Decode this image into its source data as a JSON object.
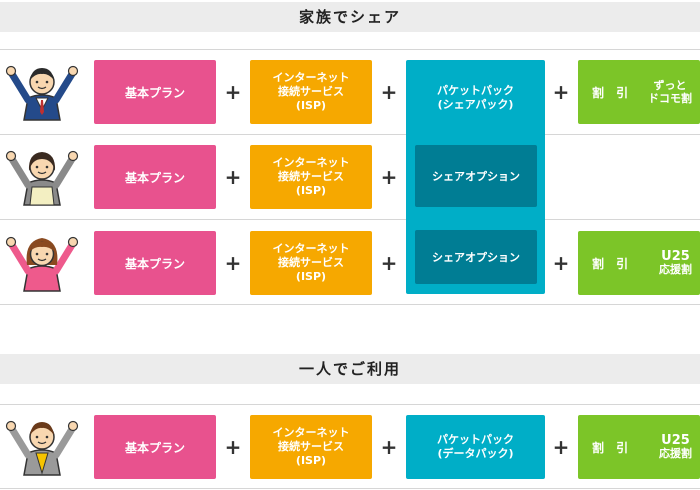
{
  "sections": {
    "family_title": "家族でシェア",
    "solo_title": "一人でご利用"
  },
  "labels": {
    "basic_plan": "基本プラン",
    "isp_l1": "インターネット",
    "isp_l2": "接続サービス",
    "isp_l3": "(ISP)",
    "packet_pack_l1": "パケットパック",
    "packet_pack_l2": "(シェアパック)",
    "share_option": "シェアオプション",
    "data_pack_l1": "パケットパック",
    "data_pack_l2": "(データパック)",
    "plus": "+",
    "discount": "割 引",
    "zutto_l1": "ずっと",
    "zutto_l2": "ドコモ割",
    "u25_l1": "U25",
    "u25_l2": "応援割"
  },
  "colors": {
    "pink": "#e8528e",
    "yellow": "#f6a800",
    "cyan": "#00aec7",
    "cyan_dark": "#007d94",
    "green": "#7cc528"
  },
  "icons": [
    "father-icon",
    "mother-icon",
    "daughter-icon",
    "solo-user-icon"
  ]
}
